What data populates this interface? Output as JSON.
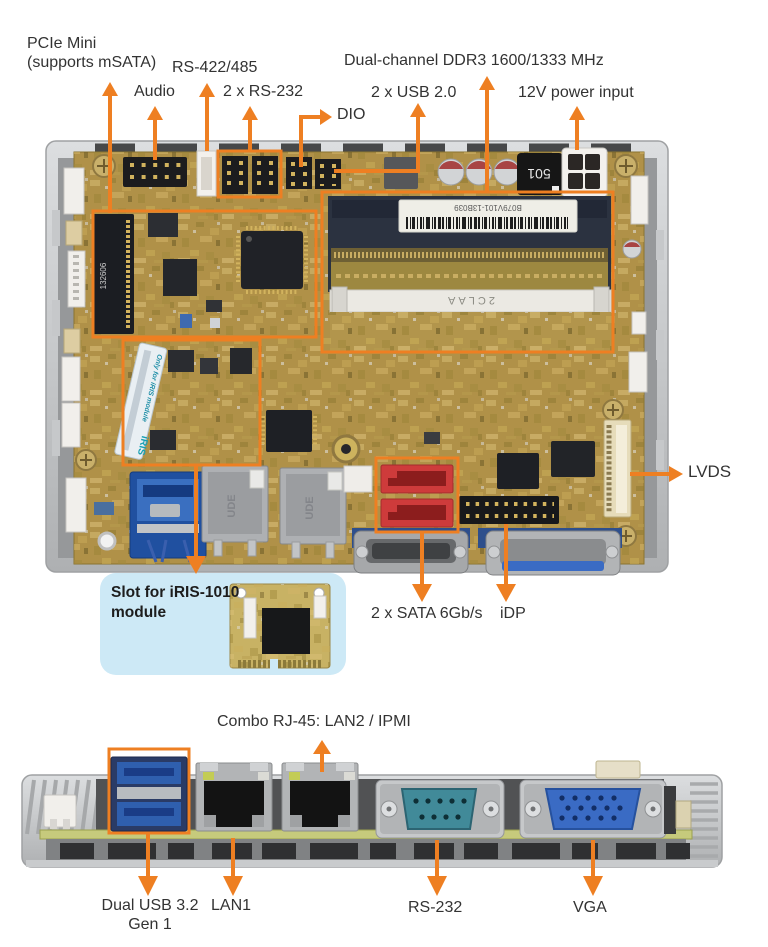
{
  "colors": {
    "accent": "#ee7f22",
    "callout_bg": "#cde9f6",
    "pcb_gold": "#b09148",
    "chassis_silver": "#c6c8ca",
    "sata_red": "#ce3b3b",
    "usb_blue": "#2f5fae",
    "vga_blue": "#3a6bc4",
    "serial_teal": "#418a99"
  },
  "labels": {
    "pcie_mini_1": "PCIe Mini",
    "pcie_mini_2": "(supports mSATA)",
    "rs422": "RS-422/485",
    "audio": "Audio",
    "rs232_top": "2 x RS-232",
    "dio": "DIO",
    "ddr3": "Dual-channel DDR3 1600/1333 MHz",
    "usb20": "2 x USB 2.0",
    "power_12v": "12V power input",
    "lvds": "LVDS",
    "sata": "2 x SATA 6Gb/s",
    "idp": "iDP",
    "iris_slot_1": "Slot for iRIS-1010",
    "iris_slot_2": "module",
    "combo_rj45": "Combo RJ-45: LAN2 / IPMI",
    "usb32_1": "Dual USB 3.2",
    "usb32_2": "Gen 1",
    "lan1": "LAN1",
    "rs232_bottom": "RS-232",
    "vga": "VGA"
  },
  "markings": {
    "inductor": "501",
    "dimm_sticker": "B079V101-13B039",
    "dimm_latch": "2CLAA",
    "msata_slot": "132606",
    "iris_note": "Only for iRIS module",
    "iris_logo": "iRIS",
    "rj45_shield": "UDE"
  }
}
